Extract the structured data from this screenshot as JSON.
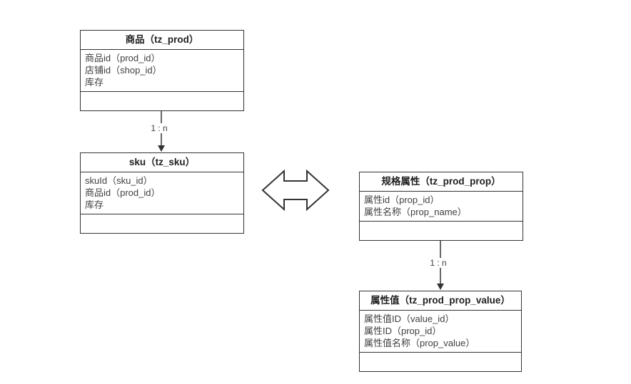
{
  "tables": {
    "prod": {
      "title": "商品（tz_prod）",
      "fields": [
        "商品id（prod_id）",
        "店铺id（shop_id）",
        "库存"
      ]
    },
    "sku": {
      "title": "sku（tz_sku）",
      "fields": [
        "skuId（sku_id）",
        "商品id（prod_id）",
        "库存"
      ]
    },
    "prop": {
      "title": "规格属性（tz_prod_prop）",
      "fields": [
        "属性id（prop_id）",
        "属性名称（prop_name）"
      ]
    },
    "prop_value": {
      "title": "属性值（tz_prod_prop_value）",
      "fields": [
        "属性值ID（value_id）",
        "属性ID（prop_id）",
        "属性值名称（prop_value）"
      ]
    }
  },
  "relations": {
    "prod_to_sku": {
      "label": "1 : n"
    },
    "prop_to_value": {
      "label": "1 : n"
    }
  },
  "colors": {
    "border": "#333333",
    "text": "#3f3f3f",
    "background": "#ffffff"
  }
}
